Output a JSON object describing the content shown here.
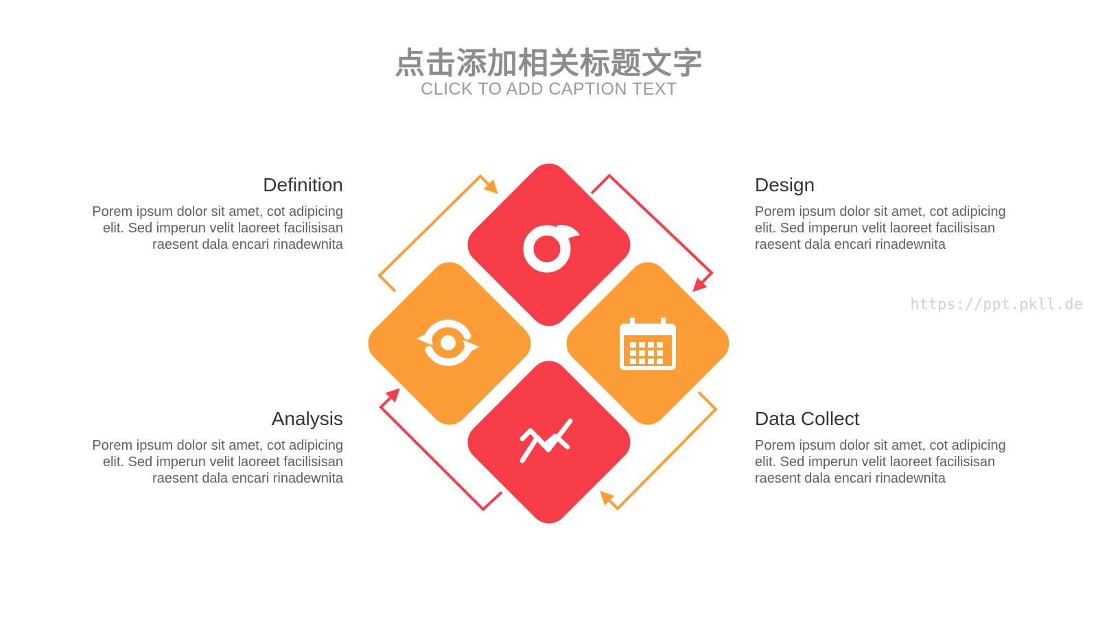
{
  "header": {
    "title": "点击添加相关标题文字",
    "subtitle": "CLICK TO ADD CAPTION TEXT"
  },
  "steps": [
    {
      "heading": "Definition",
      "body": "Porem ipsum dolor sit amet, cot adipicing elit. Sed imperun velit laoreet facilisisan raesent dala encari rinadewnita"
    },
    {
      "heading": "Design",
      "body": "Porem ipsum dolor sit amet, cot adipicing elit. Sed imperun velit laoreet facilisisan raesent dala encari rinadewnita"
    },
    {
      "heading": "Analysis",
      "body": "Porem ipsum dolor sit amet, cot adipicing elit. Sed imperun velit laoreet facilisisan raesent dala encari rinadewnita"
    },
    {
      "heading": "Data Collect",
      "body": "Porem ipsum dolor sit amet, cot adipicing elit. Sed imperun velit laoreet facilisisan raesent dala encari rinadewnita"
    }
  ],
  "diamonds": [
    {
      "id": "top",
      "icon": "music-note-icon",
      "color": "#f73d48"
    },
    {
      "id": "left",
      "icon": "refresh-cycle-icon",
      "color": "#fd9d35"
    },
    {
      "id": "right",
      "icon": "calendar-icon",
      "color": "#fd9d35"
    },
    {
      "id": "bottom",
      "icon": "trend-line-icon",
      "color": "#f73d48"
    }
  ],
  "colors": {
    "red": "#f73d48",
    "orange": "#fd9d35",
    "title": "#8c8c8c"
  },
  "watermark": "https://ppt.pkll.de"
}
